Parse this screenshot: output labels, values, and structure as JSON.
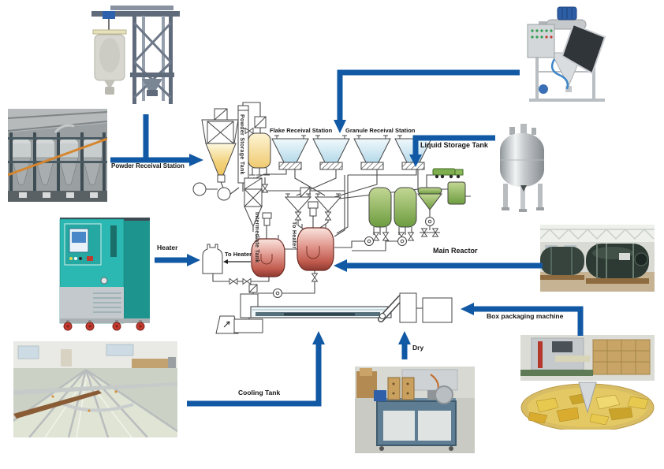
{
  "labels": {
    "powder_receival_station": "Powder Receival Station",
    "powder_storage_tank": "Powder Storage Tank",
    "flake_receival_station": "Flake Receival Station",
    "granule_receival_station": "Granule Receival Station",
    "liquid_storage_tank": "Liquid Storage Tank",
    "main_reactor": "Main Reactor",
    "heater": "Heater",
    "to_heater_horizontal": "To Heater",
    "to_heater_vertical": "To Heater",
    "intermediate_tank": "Intermediate Tank",
    "cooling_tank": "Cooling Tank",
    "dry": "Dry",
    "box_packaging_machine": "Box packaging machine"
  },
  "photos": [
    {
      "id": "big-bag-unloader",
      "desc": "Big bag discharge station"
    },
    {
      "id": "powder-silos",
      "desc": "Stainless steel powder silos"
    },
    {
      "id": "heater-unit",
      "desc": "Teal heater / temperature control unit"
    },
    {
      "id": "cooling-tank-room",
      "desc": "Indoor cooling water tanks"
    },
    {
      "id": "extruder-machine",
      "desc": "Blue frame extruder with blower"
    },
    {
      "id": "packaging-area",
      "desc": "Rotary table with yellow product bags and boxes"
    },
    {
      "id": "main-reactor-vessels",
      "desc": "Horizontal reactor vessels in workshop"
    },
    {
      "id": "liquid-storage-tank",
      "desc": "Stainless steel liquid storage tank"
    },
    {
      "id": "mixer-station",
      "desc": "Bag dump mixer station with blue motor"
    }
  ],
  "colors": {
    "arrow_blue": "#1159a4",
    "line": "#4a4a4a",
    "powder_yellow": "#f2cf79",
    "hopper_blue": "#cfe6f2",
    "tank_green": "#8fb761",
    "reactor_red": "#c96055"
  }
}
